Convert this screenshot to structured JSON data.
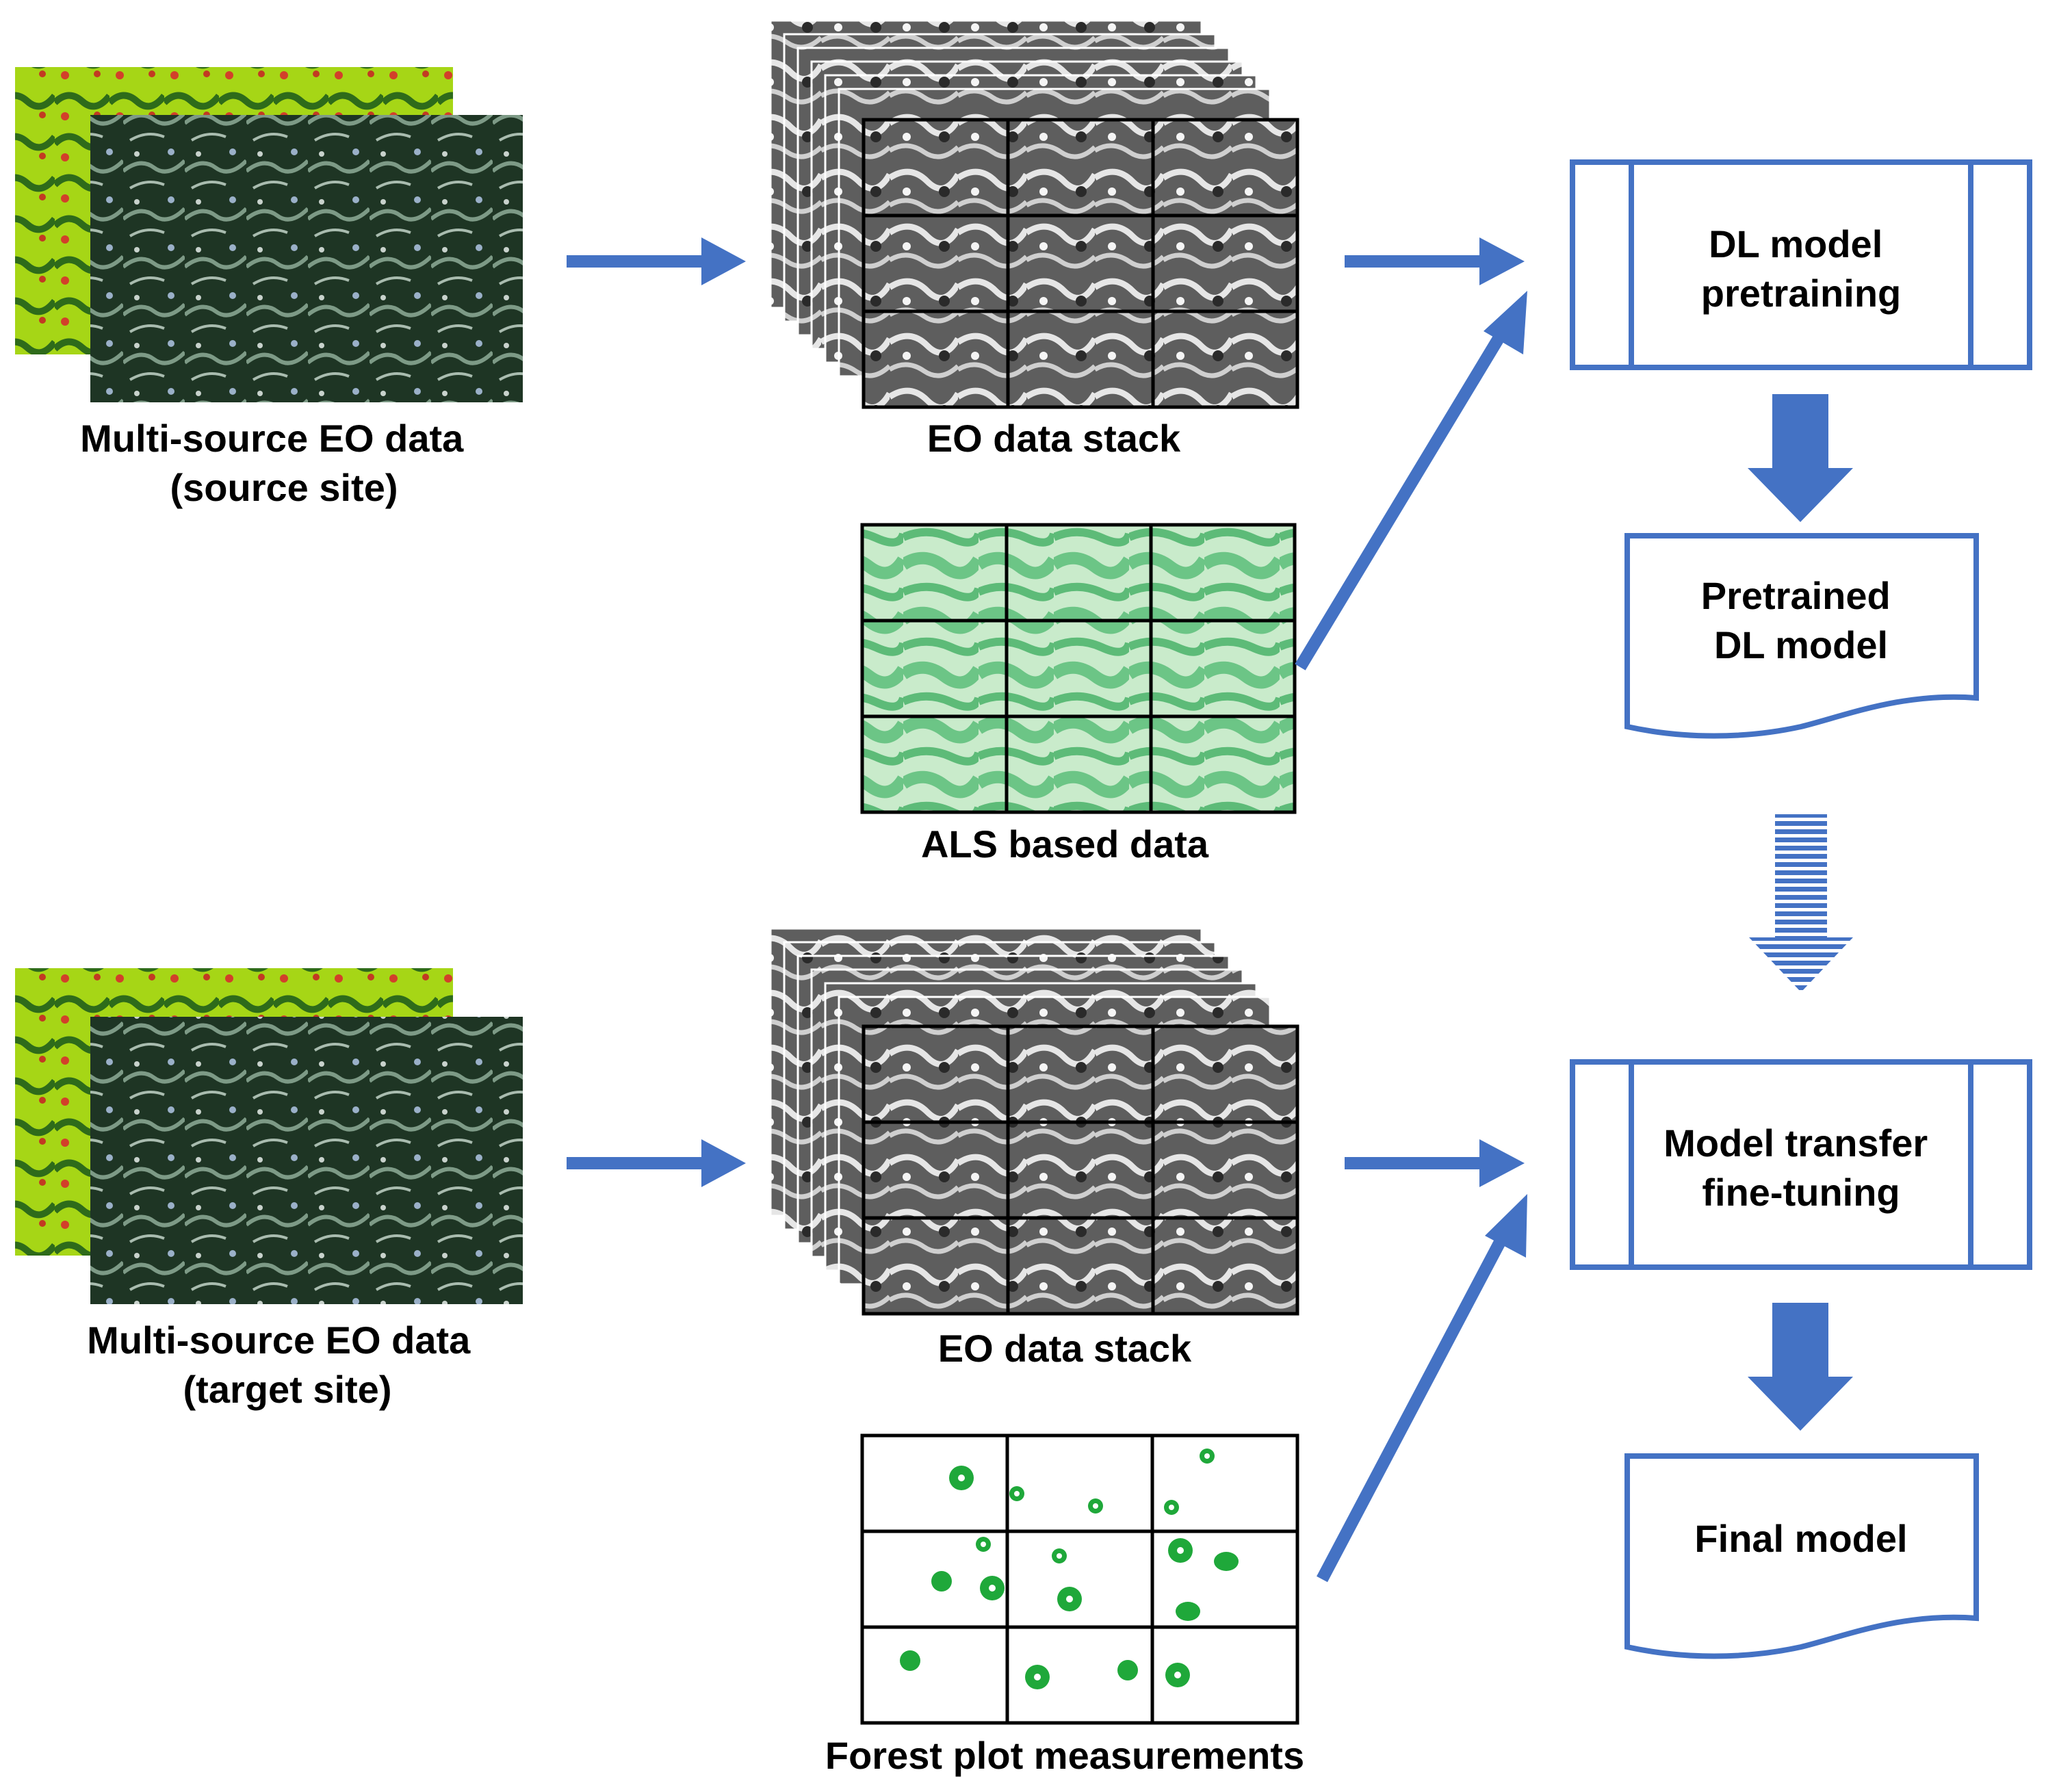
{
  "colors": {
    "accent": "#4472C4",
    "plot_green": "#1FA83A",
    "als_green": "#6CC586",
    "als_light": "#C9EBCB",
    "satellite_dark": "#1E3524",
    "ndvi_yellow": "#A6D616",
    "stack_gray": "#8A8A8A"
  },
  "top_row": {
    "eo_source_label": [
      "Multi-source EO data",
      "(source site)"
    ],
    "stack_label": "EO data stack",
    "als_label": "ALS based data"
  },
  "bottom_row": {
    "eo_target_label": [
      "Multi-source EO data",
      "(target site)"
    ],
    "stack_label": "EO data stack",
    "plots_label": "Forest plot measurements"
  },
  "flow": {
    "pretraining_box": [
      "DL model",
      "pretraining"
    ],
    "pretrained_doc": [
      "Pretrained",
      "DL model"
    ],
    "transfer_box": [
      "Model transfer",
      "fine-tuning"
    ],
    "final_doc": [
      "Final model"
    ]
  },
  "icons": {
    "source_imagery": "satellite-image-icon",
    "stack": "image-stack-icon",
    "als": "als-grid-icon",
    "plots": "plot-points-icon"
  }
}
